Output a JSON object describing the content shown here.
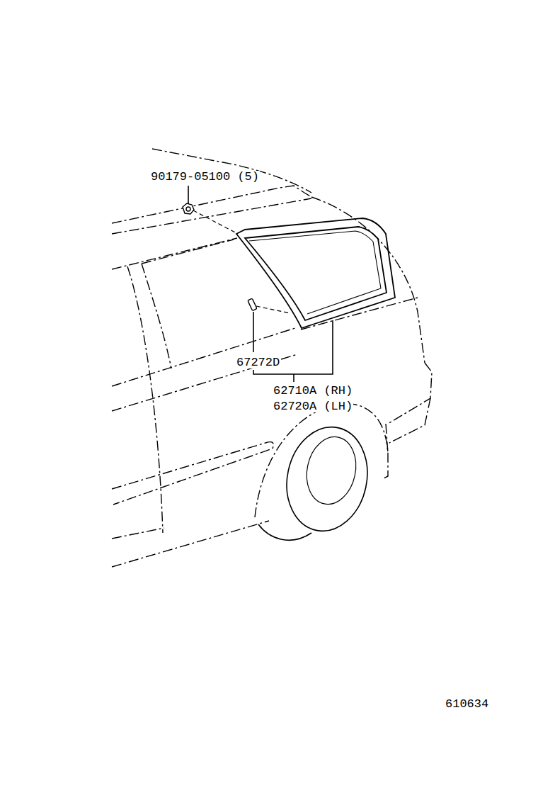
{
  "diagram": {
    "labels": [
      "90179-05100 (5)",
      "67272D",
      "62710A (RH)",
      "62720A (LH)",
      "610634"
    ]
  }
}
